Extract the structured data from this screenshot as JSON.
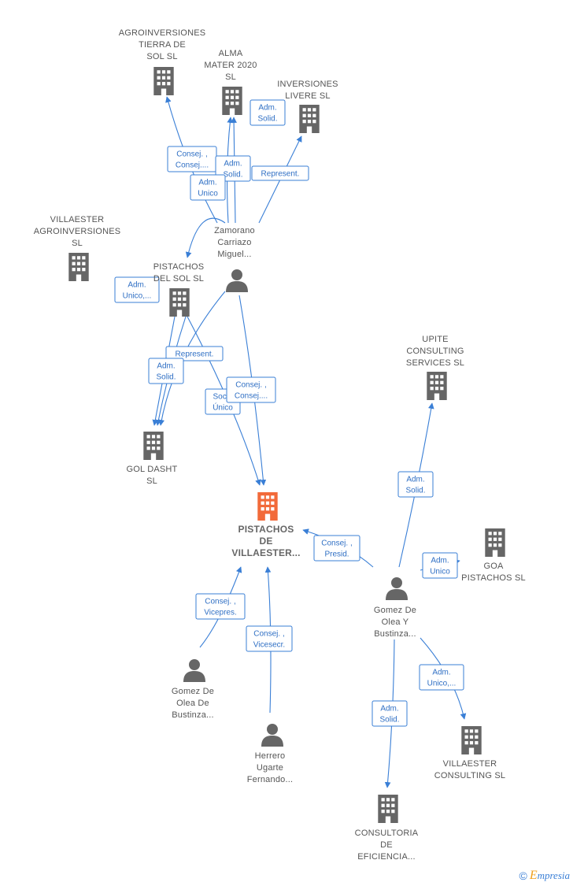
{
  "colors": {
    "edge": "#3a7fd6",
    "company": "#666666",
    "main_company": "#f26a3a",
    "person": "#666666"
  },
  "nodes": [
    {
      "id": "agro_tierra",
      "type": "company",
      "lines": [
        "AGROINVERSIONES",
        "TIERRA DE",
        "SOL  SL"
      ]
    },
    {
      "id": "alma_mater",
      "type": "company",
      "lines": [
        "ALMA",
        "MATER 2020",
        "SL"
      ]
    },
    {
      "id": "inv_livere",
      "type": "company",
      "lines": [
        "INVERSIONES",
        "LIVERE  SL"
      ]
    },
    {
      "id": "villaester_agro",
      "type": "company",
      "lines": [
        "VILLAESTER",
        "AGROINVERSIONES",
        "SL"
      ]
    },
    {
      "id": "pistachos_sol",
      "type": "company",
      "lines": [
        "PISTACHOS",
        "DEL SOL  SL"
      ]
    },
    {
      "id": "zamorano",
      "type": "person",
      "lines": [
        "Zamorano",
        "Carriazo",
        "Miguel..."
      ]
    },
    {
      "id": "upite",
      "type": "company",
      "lines": [
        "UPITE",
        "CONSULTING",
        "SERVICES SL"
      ]
    },
    {
      "id": "gol_dasht",
      "type": "company",
      "lines": [
        "GOL DASHT",
        "SL"
      ]
    },
    {
      "id": "pistachos_villaester",
      "type": "main",
      "lines": [
        "PISTACHOS",
        "DE",
        "VILLAESTER..."
      ]
    },
    {
      "id": "goa",
      "type": "company",
      "lines": [
        "GOA",
        "PISTACHOS  SL"
      ]
    },
    {
      "id": "gomez_olea_y",
      "type": "person",
      "lines": [
        "Gomez De",
        "Olea Y",
        "Bustinza..."
      ]
    },
    {
      "id": "gomez_olea_de",
      "type": "person",
      "lines": [
        "Gomez De",
        "Olea De",
        "Bustinza..."
      ]
    },
    {
      "id": "herrero",
      "type": "person",
      "lines": [
        "Herrero",
        "Ugarte",
        "Fernando..."
      ]
    },
    {
      "id": "villaester_consulting",
      "type": "company",
      "lines": [
        "VILLAESTER",
        "CONSULTING SL"
      ]
    },
    {
      "id": "consultoria",
      "type": "company",
      "lines": [
        "CONSULTORIA",
        "DE",
        "EFICIENCIA..."
      ]
    }
  ],
  "edges": [
    {
      "from": "zamorano",
      "to": "agro_tierra",
      "label": [
        "Consej. ,",
        "Consej...."
      ]
    },
    {
      "from": "zamorano",
      "to": "alma_mater",
      "label": [
        "Adm.",
        "Solid."
      ]
    },
    {
      "from": "zamorano",
      "to": "alma_mater",
      "label": [
        "Adm.",
        "Solid."
      ]
    },
    {
      "from": "zamorano",
      "to": "inv_livere",
      "label": [
        "Represent."
      ]
    },
    {
      "from": "zamorano",
      "to": "pistachos_sol",
      "label": [
        "Adm.",
        "Unico"
      ]
    },
    {
      "from": "zamorano",
      "to": "villaester_agro",
      "label": [
        "Adm.",
        "Unico,..."
      ]
    },
    {
      "from": "zamorano",
      "to": "gol_dasht",
      "label": [
        "Represent."
      ]
    },
    {
      "from": "pistachos_sol",
      "to": "gol_dasht",
      "label": [
        "Adm.",
        "Solid."
      ]
    },
    {
      "from": "pistachos_sol",
      "to": "pistachos_villaester",
      "label": [
        "Socio",
        "Único"
      ]
    },
    {
      "from": "zamorano",
      "to": "pistachos_villaester",
      "label": [
        "Consej. ,",
        "Consej...."
      ]
    },
    {
      "from": "gomez_olea_y",
      "to": "upite",
      "label": [
        "Adm.",
        "Solid."
      ]
    },
    {
      "from": "gomez_olea_y",
      "to": "pistachos_villaester",
      "label": [
        "Consej. ,",
        "Presid."
      ]
    },
    {
      "from": "gomez_olea_y",
      "to": "goa",
      "label": [
        "Adm.",
        "Unico"
      ]
    },
    {
      "from": "gomez_olea_y",
      "to": "villaester_consulting",
      "label": [
        "Adm.",
        "Unico,..."
      ]
    },
    {
      "from": "gomez_olea_y",
      "to": "consultoria",
      "label": [
        "Adm.",
        "Solid."
      ]
    },
    {
      "from": "gomez_olea_de",
      "to": "pistachos_villaester",
      "label": [
        "Consej. ,",
        "Vicepres."
      ]
    },
    {
      "from": "herrero",
      "to": "pistachos_villaester",
      "label": [
        "Consej. ,",
        "Vicesecr."
      ]
    }
  ],
  "footer": {
    "copyright": "©",
    "brand_first": "E",
    "brand_rest": "mpresia"
  }
}
